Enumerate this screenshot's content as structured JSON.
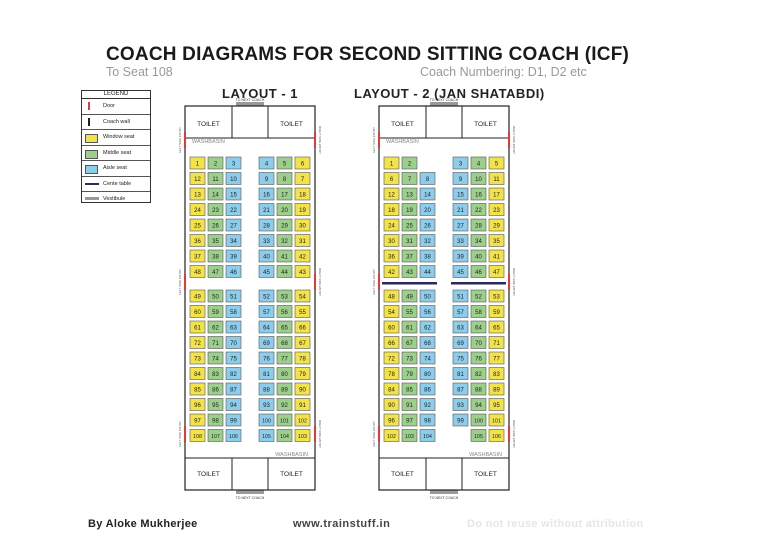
{
  "title": "COACH DIAGRAMS FOR SECOND SITTING COACH (ICF)",
  "subtitle": "To Seat 108",
  "numbering": "Coach Numbering: D1, D2 etc",
  "legend": {
    "heading": "LEGEND",
    "items": [
      {
        "label": "Door",
        "swatch": "door"
      },
      {
        "label": "Coach wall",
        "swatch": "wall"
      },
      {
        "label": "Window seat",
        "swatch": "window"
      },
      {
        "label": "Middle seat",
        "swatch": "middle"
      },
      {
        "label": "Aisle seat",
        "swatch": "aisle"
      },
      {
        "label": "Cente table",
        "swatch": "table"
      },
      {
        "label": "Vestibule",
        "swatch": "vestibule"
      }
    ]
  },
  "colors": {
    "window": "#f3e34a",
    "middle": "#9ccf8b",
    "aisle": "#8dcdec",
    "door": "#e03a3a",
    "wall": "#222222",
    "vestibule": "#999999",
    "table": "#2e2a5a"
  },
  "labels": {
    "toilet": "TOILET",
    "washbasin": "WASHBASIN",
    "to_next_coach": "TO NEXT COACH",
    "left_door": "LEFT SIDE ENTRY",
    "right_door": "RIGHT SIDE ENTRY"
  },
  "layouts": [
    {
      "name": "LAYOUT - 1",
      "rows": [
        [
          "1",
          "2",
          "3",
          "4",
          "5",
          "6"
        ],
        [
          "12",
          "11",
          "10",
          "9",
          "8",
          "7"
        ],
        [
          "13",
          "14",
          "15",
          "16",
          "17",
          "18"
        ],
        [
          "24",
          "23",
          "22",
          "21",
          "20",
          "19"
        ],
        [
          "25",
          "26",
          "27",
          "28",
          "29",
          "30"
        ],
        [
          "36",
          "35",
          "34",
          "33",
          "32",
          "31"
        ],
        [
          "37",
          "38",
          "39",
          "40",
          "41",
          "42"
        ],
        [
          "48",
          "47",
          "46",
          "45",
          "44",
          "43"
        ],
        [
          "49",
          "50",
          "51",
          "52",
          "53",
          "54"
        ],
        [
          "60",
          "59",
          "58",
          "57",
          "56",
          "55"
        ],
        [
          "61",
          "62",
          "63",
          "64",
          "65",
          "66"
        ],
        [
          "72",
          "71",
          "70",
          "69",
          "68",
          "67"
        ],
        [
          "73",
          "74",
          "75",
          "76",
          "77",
          "78"
        ],
        [
          "84",
          "83",
          "82",
          "81",
          "80",
          "79"
        ],
        [
          "85",
          "86",
          "87",
          "88",
          "89",
          "90"
        ],
        [
          "96",
          "95",
          "94",
          "93",
          "92",
          "91"
        ],
        [
          "97",
          "98",
          "99",
          "100",
          "101",
          "102"
        ],
        [
          "108",
          "107",
          "106",
          "105",
          "104",
          "103"
        ]
      ],
      "seat_types": [
        "window",
        "middle",
        "aisle",
        "aisle",
        "middle",
        "window"
      ],
      "has_tables": false
    },
    {
      "name": "LAYOUT - 2 (JAN SHATABDI)",
      "rows": [
        [
          "1",
          "2",
          "",
          "3",
          "4",
          "5"
        ],
        [
          "6",
          "7",
          "8",
          "9",
          "10",
          "11"
        ],
        [
          "12",
          "13",
          "14",
          "15",
          "16",
          "17"
        ],
        [
          "18",
          "19",
          "20",
          "21",
          "22",
          "23"
        ],
        [
          "24",
          "25",
          "26",
          "27",
          "28",
          "29"
        ],
        [
          "30",
          "31",
          "32",
          "33",
          "34",
          "35"
        ],
        [
          "36",
          "37",
          "38",
          "39",
          "40",
          "41"
        ],
        [
          "42",
          "43",
          "44",
          "45",
          "46",
          "47"
        ],
        [
          "48",
          "49",
          "50",
          "51",
          "52",
          "53"
        ],
        [
          "54",
          "55",
          "56",
          "57",
          "58",
          "59"
        ],
        [
          "60",
          "61",
          "62",
          "63",
          "64",
          "65"
        ],
        [
          "66",
          "67",
          "68",
          "69",
          "70",
          "71"
        ],
        [
          "72",
          "73",
          "74",
          "75",
          "76",
          "77"
        ],
        [
          "78",
          "79",
          "80",
          "81",
          "82",
          "83"
        ],
        [
          "84",
          "85",
          "86",
          "87",
          "88",
          "89"
        ],
        [
          "90",
          "91",
          "92",
          "93",
          "94",
          "95"
        ],
        [
          "96",
          "97",
          "98",
          "99",
          "100",
          "101"
        ],
        [
          "102",
          "103",
          "104",
          "",
          "105",
          "106"
        ]
      ],
      "seat_types": [
        "window",
        "middle",
        "aisle",
        "aisle",
        "middle",
        "window"
      ],
      "has_tables": true
    }
  ],
  "footer": {
    "author": "By Aloke Mukherjee",
    "site": "www.trainstuff.in",
    "note": "Do not reuse without attribution"
  }
}
